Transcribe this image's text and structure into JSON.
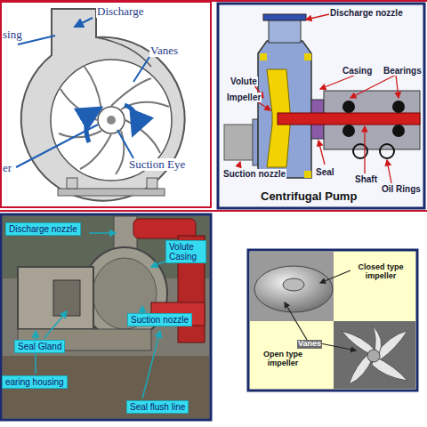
{
  "diagram": {
    "nodes": [
      {
        "text": [
          "Discharge nozzle"
        ]
      },
      {
        "text": [
          "Volute Casing"
        ]
      },
      {
        "text": [
          "Suction nozzle"
        ]
      },
      {
        "text": [
          "Seal Gland"
        ]
      },
      {
        "text": [
          "earing housing"
        ]
      },
      {
        "text": [
          "Seal flush line"
        ]
      },
      {
        "text": [
          "Closed type impeller"
        ]
      },
      {
        "text": [
          "Open type impeller"
        ]
      }
    ],
    "labels": [
      "Discharge",
      "sing",
      "Vanes",
      "Suction Eye",
      "er",
      "Discharge nozzle",
      "Volute",
      "Casing",
      "Bearings",
      "Impeller",
      "Suction nozzle",
      "Seal",
      "Shaft",
      "Oil Rings",
      "Centrifugal Pump",
      "Vanes"
    ]
  }
}
